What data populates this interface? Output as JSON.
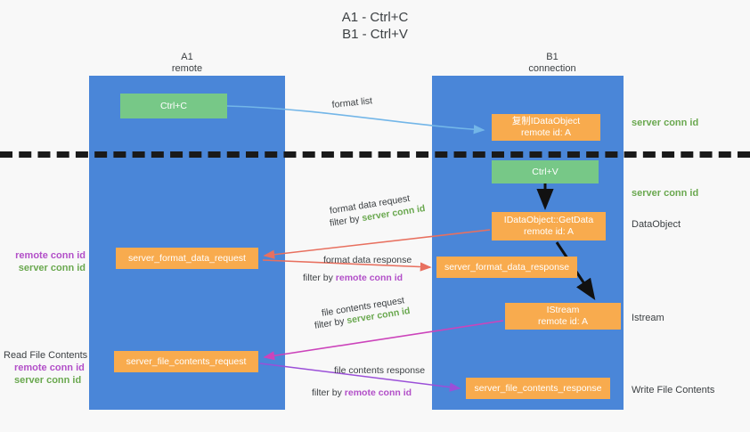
{
  "title": "A1 - Ctrl+C\nB1 - Ctrl+V",
  "columns": {
    "left": {
      "name": "A1",
      "role": "remote"
    },
    "right": {
      "name": "B1",
      "role": "connection"
    }
  },
  "boxes": {
    "ctrl_c": {
      "label": "Ctrl+C",
      "color": "#77c887"
    },
    "ctrl_v": {
      "label": "Ctrl+V",
      "color": "#77c887"
    },
    "idataobject": {
      "line1": "复制IDataObject",
      "line2": "remote id: A",
      "color": "#f8ab4e"
    },
    "getdata": {
      "line1": "IDataObject::GetData",
      "line2": "remote id: A",
      "color": "#f8ab4e"
    },
    "istream": {
      "line1": "IStream",
      "line2": "remote id: A",
      "color": "#f8ab4e"
    },
    "server_format_data_request": {
      "label": "server_format_data_request",
      "color": "#f8ab4e"
    },
    "server_format_data_response": {
      "label": "server_format_data_response",
      "color": "#f8ab4e"
    },
    "server_file_contents_request": {
      "label": "server_file_contents_request",
      "color": "#f8ab4e"
    },
    "server_file_contents_response": {
      "label": "server_file_contents_response",
      "color": "#f8ab4e"
    }
  },
  "annotations": {
    "server_conn_id_1": "server conn id",
    "server_conn_id_2": "server conn id",
    "dataobject": "DataObject",
    "istream": "Istream",
    "write_file_contents": "Write File Contents",
    "read_file_contents": "Read File Contents",
    "remote_conn_id": "remote conn id",
    "server_conn_id": "server conn id"
  },
  "edges": {
    "format_list": "format list",
    "format_data_request": "format data request",
    "format_data_request_filter_prefix": "filter by ",
    "format_data_request_filter_key": "server conn id",
    "format_data_response": "format data response",
    "format_data_response_filter_prefix": "filter by ",
    "format_data_response_filter_key": "remote conn id",
    "file_contents_request": "file contents request",
    "file_contents_request_filter_prefix": "filter by ",
    "file_contents_request_filter_key": "server conn id",
    "file_contents_response": "file contents response",
    "file_contents_response_filter_prefix": "filter by ",
    "file_contents_response_filter_key": "remote conn id"
  },
  "colors": {
    "lane": "#4a86d8",
    "green_box": "#77c887",
    "orange_box": "#f8ab4e",
    "green_text": "#6aa84f",
    "purple_text": "#b24fc8",
    "separator": "#1a1a1a",
    "arrow_blue": "#73b6e8",
    "arrow_red": "#e8705f",
    "arrow_magenta": "#cc44bb",
    "arrow_purple": "#9b4fd8",
    "arrow_black": "#111111"
  }
}
